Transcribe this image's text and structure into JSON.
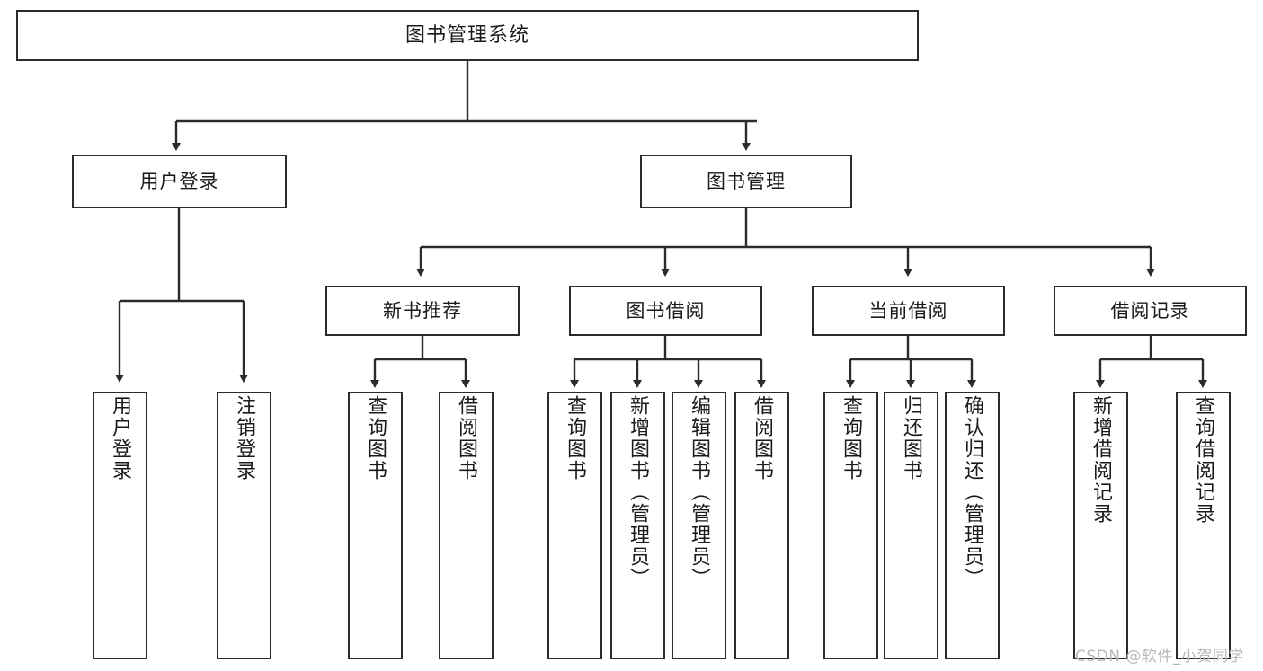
{
  "diagram": {
    "title": "图书管理系统",
    "type": "tree-hierarchy-chart",
    "root": {
      "label": "图书管理系统"
    },
    "level2": [
      {
        "label": "用户登录"
      },
      {
        "label": "图书管理"
      }
    ],
    "level3": [
      {
        "label": "新书推荐"
      },
      {
        "label": "图书借阅"
      },
      {
        "label": "当前借阅"
      },
      {
        "label": "借阅记录"
      }
    ],
    "leaves": {
      "user_login": [
        {
          "label": "用户登录"
        },
        {
          "label": "注销登录"
        }
      ],
      "new_book_recommend": [
        {
          "label": "查询图书"
        },
        {
          "label": "借阅图书"
        }
      ],
      "book_borrow": [
        {
          "label": "查询图书"
        },
        {
          "label": "新增图书（管理员）"
        },
        {
          "label": "编辑图书（管理员）"
        },
        {
          "label": "借阅图书"
        }
      ],
      "current_borrow": [
        {
          "label": "查询图书"
        },
        {
          "label": "归还图书"
        },
        {
          "label": "确认归还（管理员）"
        }
      ],
      "borrow_record": [
        {
          "label": "新增借阅记录"
        },
        {
          "label": "查询借阅记录"
        }
      ]
    }
  },
  "watermark": {
    "text": "CSDN @软件_小贺同学"
  },
  "colors": {
    "stroke": "#2b2b2b",
    "fill": "#ffffff",
    "text": "#1a1a1a",
    "watermark": "#b9b9b9"
  }
}
